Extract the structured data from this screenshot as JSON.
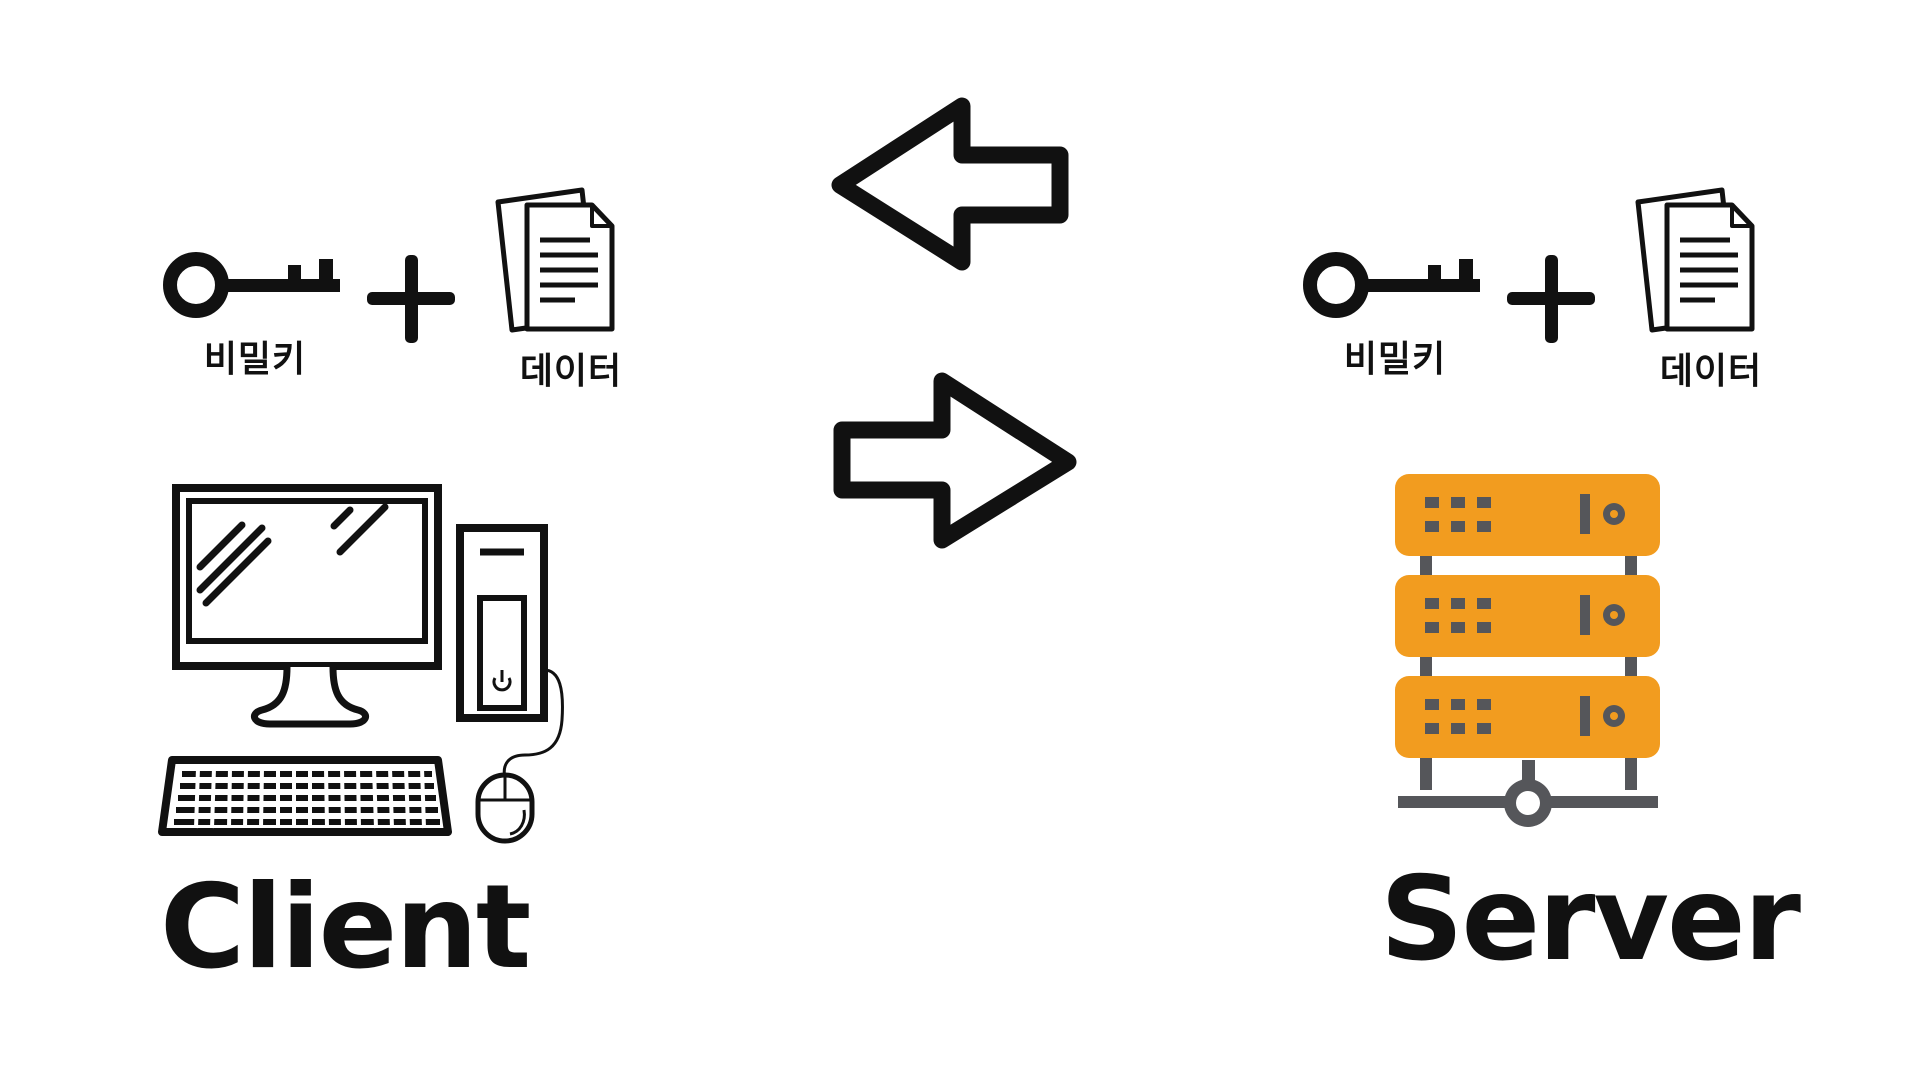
{
  "client": {
    "title": "Client",
    "key_label": "비밀키",
    "data_label": "데이터"
  },
  "server": {
    "title": "Server",
    "key_label": "비밀키",
    "data_label": "데이터"
  },
  "icons": {
    "left_arrow": "arrow-left-icon",
    "right_arrow": "arrow-right-icon",
    "client_key": "key-icon",
    "client_plus": "plus-icon",
    "client_docs": "documents-icon",
    "client_computer": "desktop-computer-icon",
    "server_key": "key-icon",
    "server_plus": "plus-icon",
    "server_docs": "documents-icon",
    "server_rack": "server-rack-icon"
  },
  "colors": {
    "ink": "#111111",
    "server_orange": "#f29c1f",
    "server_gray": "#55565a"
  }
}
